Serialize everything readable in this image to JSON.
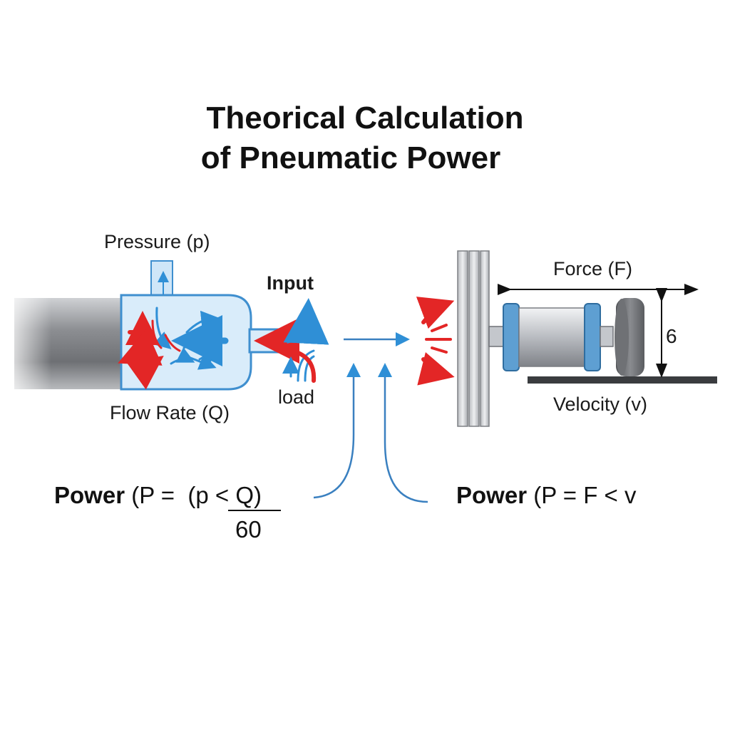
{
  "title": {
    "line1": "Theorical Calculation",
    "line2": "of Pneumatic Power"
  },
  "labels": {
    "pressure": "Pressure (p)",
    "flow_rate": "Flow Rate (Q)",
    "input": "Input",
    "load": "load",
    "force": "Force (F)",
    "velocity": "Velocity (v)",
    "height_value": "6"
  },
  "formulas": {
    "left": {
      "prefix": "Power",
      "expr": " (P =  (p < Q)",
      "denominator": "60"
    },
    "right": {
      "prefix": "Power",
      "expr": " (P = F < v"
    }
  },
  "colors": {
    "flow_blue": "#2f8fd6",
    "hot_red": "#e32626",
    "cylinder_fill": "#d9ecfa",
    "pipe_gray": "#8a8c90"
  }
}
